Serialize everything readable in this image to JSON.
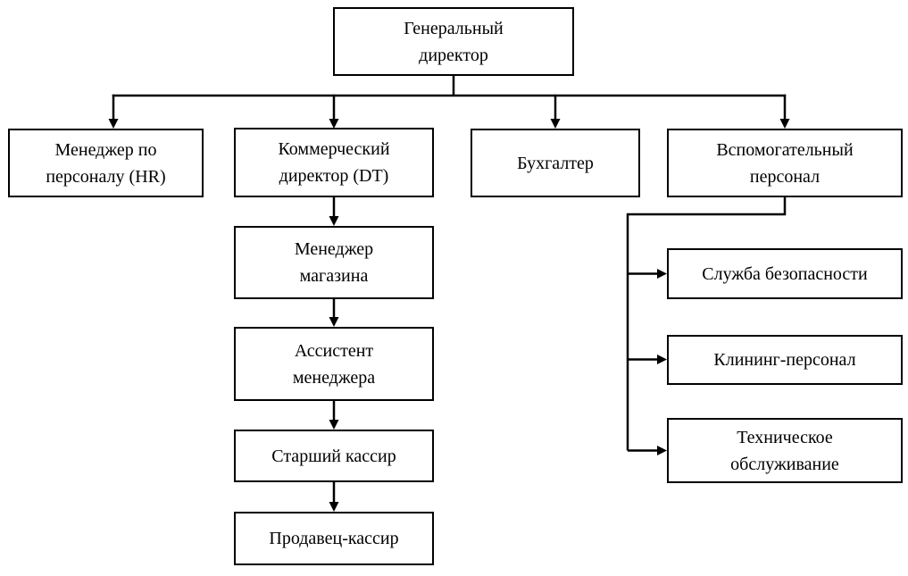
{
  "diagram": {
    "type": "org-chart",
    "colors": {
      "background": "#ffffff",
      "box_fill": "#ffffff",
      "box_border": "#000000",
      "text": "#000000",
      "line": "#000000"
    },
    "nodes": {
      "general_director": "Генеральный\nдиректор",
      "hr_manager": "Менеджер по\nперсоналу (HR)",
      "commercial_director": "Коммерческий\nдиректор (DT)",
      "accountant": "Бухгалтер",
      "support_staff": "Вспомогательный\nперсонал",
      "store_manager": "Менеджер\nмагазина",
      "assistant_manager": "Ассистент\nменеджера",
      "senior_cashier": "Старший кассир",
      "sales_cashier": "Продавец-кассир",
      "security_service": "Служба безопасности",
      "cleaning_staff": "Клининг-персонал",
      "maintenance": "Техническое\nобслуживание"
    },
    "edges": [
      {
        "from": "general_director",
        "to": "hr_manager"
      },
      {
        "from": "general_director",
        "to": "commercial_director"
      },
      {
        "from": "general_director",
        "to": "accountant"
      },
      {
        "from": "general_director",
        "to": "support_staff"
      },
      {
        "from": "commercial_director",
        "to": "store_manager"
      },
      {
        "from": "store_manager",
        "to": "assistant_manager"
      },
      {
        "from": "assistant_manager",
        "to": "senior_cashier"
      },
      {
        "from": "senior_cashier",
        "to": "sales_cashier"
      },
      {
        "from": "support_staff",
        "to": "security_service"
      },
      {
        "from": "support_staff",
        "to": "cleaning_staff"
      },
      {
        "from": "support_staff",
        "to": "maintenance"
      }
    ]
  }
}
